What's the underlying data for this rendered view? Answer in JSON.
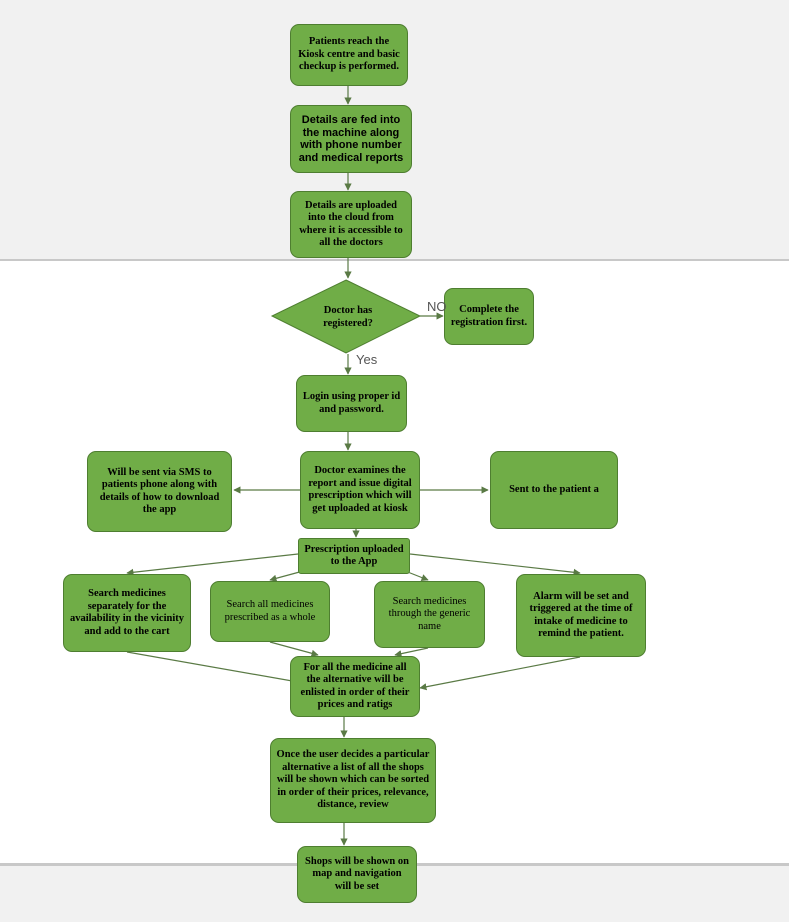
{
  "nodes": {
    "n1": "Patients reach the Kiosk centre and basic checkup is performed.",
    "n2": "Details are fed into the machine along with phone number and medical reports",
    "n3": "Details are uploaded into the cloud from where it is accessible to all the doctors",
    "decision": "Doctor has registered?",
    "register": "Complete the registration first.",
    "login": "Login using proper id and password.",
    "examine": "Doctor examines the report and issue digital prescription which will get uploaded at kiosk",
    "sms": "Will be sent via SMS to patients phone along with details of how to download the app",
    "sent_patient": "Sent to the patient a",
    "prescription": "Prescription uploaded to the App",
    "search_separate": "Search medicines separately for the availability in the vicinity and add to the cart",
    "search_all": "Search all medicines prescribed as a whole",
    "search_generic": "Search medicines through the generic name",
    "alarm": "Alarm will be set and triggered at the time of intake of medicine to remind the patient.",
    "alternatives": "For all the medicine all the alternative will be enlisted in order of their prices and ratigs",
    "shops_list": "Once the user decides a particular alternative a list of all the shops will be shown which can be sorted in order of their prices, relevance, distance, review",
    "map": "Shops will be shown on map and navigation will be set"
  },
  "edge_labels": {
    "no": "NO",
    "yes": "Yes"
  },
  "colors": {
    "box_fill": "#70ad47",
    "box_border": "#4e7e30",
    "line": "#5a7a45"
  }
}
